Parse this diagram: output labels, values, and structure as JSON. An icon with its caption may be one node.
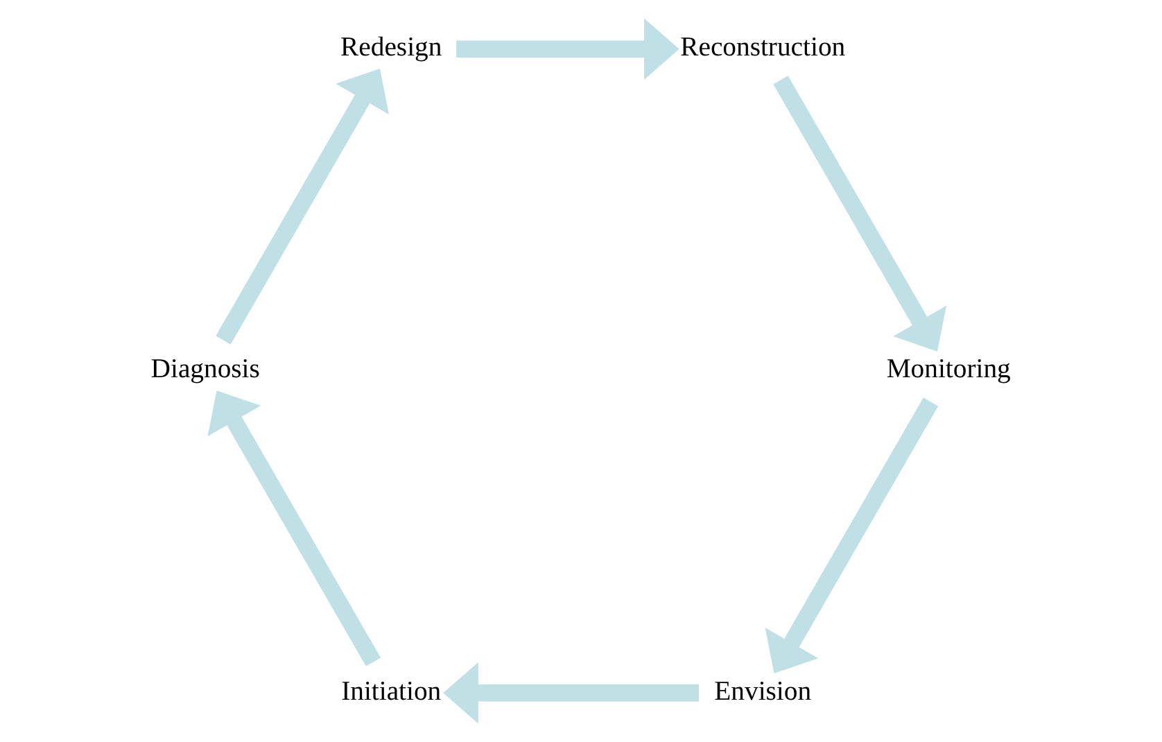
{
  "diagram": {
    "nodes": [
      {
        "text": [
          "Envision"
        ]
      },
      {
        "text": [
          "Initiation"
        ]
      },
      {
        "text": [
          "Diagnosis"
        ]
      },
      {
        "text": [
          "Redesign"
        ]
      },
      {
        "text": [
          "Reconstruction"
        ]
      },
      {
        "text": [
          "Monitoring"
        ]
      }
    ],
    "edges": [
      {
        "from": 0,
        "to": 1,
        "arrow": "to"
      },
      {
        "from": 1,
        "to": 2,
        "arrow": "to"
      },
      {
        "from": 2,
        "to": 3,
        "arrow": "to"
      },
      {
        "from": 3,
        "to": 4,
        "arrow": "to"
      },
      {
        "from": 4,
        "to": 5,
        "arrow": "to"
      },
      {
        "from": 5,
        "to": 0,
        "arrow": "to"
      }
    ]
  }
}
